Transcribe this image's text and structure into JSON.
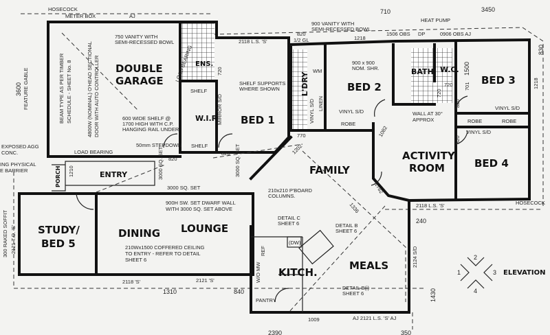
{
  "rooms": {
    "garage1": "DOUBLE",
    "garage2": "GARAGE",
    "ens": "ENS.",
    "wir": "W.I.R",
    "bed1": "BED 1",
    "ldry": "L'DRY",
    "bed2": "BED 2",
    "bath": "BATH",
    "wc": "W.C.",
    "bed3": "BED 3",
    "activity1": "ACTIVITY",
    "activity2": "ROOM",
    "bed4": "BED 4",
    "family": "FAMILY",
    "entry": "ENTRY",
    "porch": "PORCH",
    "study1": "STUDY/",
    "study2": "BED 5",
    "dining": "DINING",
    "lounge": "LOUNGE",
    "kitch": "KITCH.",
    "meals": "MEALS"
  },
  "notes": {
    "hosecock": "HOSECOCK",
    "meterbox": "METER BOX",
    "aj": "AJ",
    "vanity750a": "750 VANITY WITH",
    "vanity750b": "SEMI-RECESSED BOWL",
    "beam1": "BEAM TYPE AS PER TIMBER",
    "beam2": "SCHEDULE - SHEET No. 8",
    "door1": "4800W (NOMINAL) O'HEAD SECTIONAL",
    "door2": "DOOR WITH AUTO CONTROLLER",
    "feature": "FEATURE GABLE",
    "d3600": "3600",
    "loadb": "LOAD BEARING",
    "loadb2": "LOAD BEARING",
    "shelf600a": "600 WIDE SHELF @",
    "shelf600b": "1700 HIGH WITH C.P.",
    "shelf600c": "HANGING RAIL UNDER",
    "stepdown": "50mm STEPDOWN",
    "shelf": "SHELF",
    "shelf2": "SHELF",
    "mirror": "MIRROR S/D",
    "shelfsup1": "SHELF SUPPORTS",
    "shelfsup2": "WHERE SHOWN",
    "d820a": "820",
    "d820b": "820",
    "d720": "720",
    "win2118": "2118 L.S. 'S'",
    "d820c": "820",
    "halfgl": "1/2 GL",
    "win1218": "1218",
    "vanity900a": "900 VANITY WITH",
    "vanity900b": "SEMI-RECESSED BOWL",
    "d710": "710",
    "obs1506": "1506 OBS",
    "dp": "DP",
    "heatpump": "HEAT PUMP",
    "obs0906": "0906 OBS AJ",
    "d3450": "3450",
    "d830": "830",
    "d1500": "1500",
    "shr1": "900 x 900",
    "shr2": "NOM. SHR.",
    "wm": "WM",
    "linen": "LINEN",
    "vinyl1": "VINYL S/D",
    "vinyl2": "VINYL S/D",
    "vinyl3": "VINYL S/D",
    "vinyl4": "VINYL S/D",
    "robe": "ROBE",
    "robe2": "ROBE",
    "robe3": "ROBE",
    "d1082": "1082",
    "wall30a": "WALL AT 30°",
    "wall30b": "APPROX",
    "d720b": "720",
    "d720c": "720",
    "d701": "701",
    "d820d": "820",
    "d820e": "820",
    "d770": "770",
    "d1202": "1202",
    "d1218r": "1218",
    "exposed1": "EXPOSED AGG",
    "exposed2": "CONC.",
    "phys1": "ING PHYSICAL",
    "phys2": "E BARRIER",
    "d1210": "1210",
    "sqset3000a": "3000 SQ. SET",
    "sqset3000b": "3000 SQ. SET",
    "sqset3000c": "3000 SQ. SET",
    "dwarf1": "900H SW. SET DWARF WALL",
    "dwarf2": "WITH 3000 SQ. SET ABOVE",
    "pboard1": "210x210 P'BOARD",
    "pboard2": "COLUMNS.",
    "coff1": "210Wx1500 COFFERED CEILING",
    "coff2": "TO ENTRY - REFER TO DETAIL",
    "coff3": "SHEET 6",
    "soffit": "300 RAKED SOFFIT",
    "win2121a": "2121 T.O. 'S'",
    "win2118s": "2118 'S'",
    "win2121s": "2121 'S'",
    "d1310": "1310",
    "d840": "840",
    "d1782": "1782",
    "d1336": "1336",
    "detc1": "DETAIL C",
    "detc2": "SHEET 6",
    "detb1": "DETAIL B",
    "detb2": "SHEET 6",
    "detb3": "DETAIL B(i)",
    "detb4": "SHEET 6",
    "dw": "(DW)",
    "ref": "REF",
    "wo": "W/O MW",
    "pantry": "PANTRY",
    "win2118r": "2118 L.S. 'S'",
    "hosecock2": "HOSECOCK",
    "d240": "240",
    "win2124": "2124 S/D",
    "d1430": "1430",
    "d1009": "1009",
    "win2121ls": "AJ 2121 L.S. 'S' AJ",
    "d2390": "2390",
    "d350": "350",
    "elevation": "ELEVATION",
    "e1": "1",
    "e2": "2",
    "e3": "3",
    "e4": "4"
  }
}
